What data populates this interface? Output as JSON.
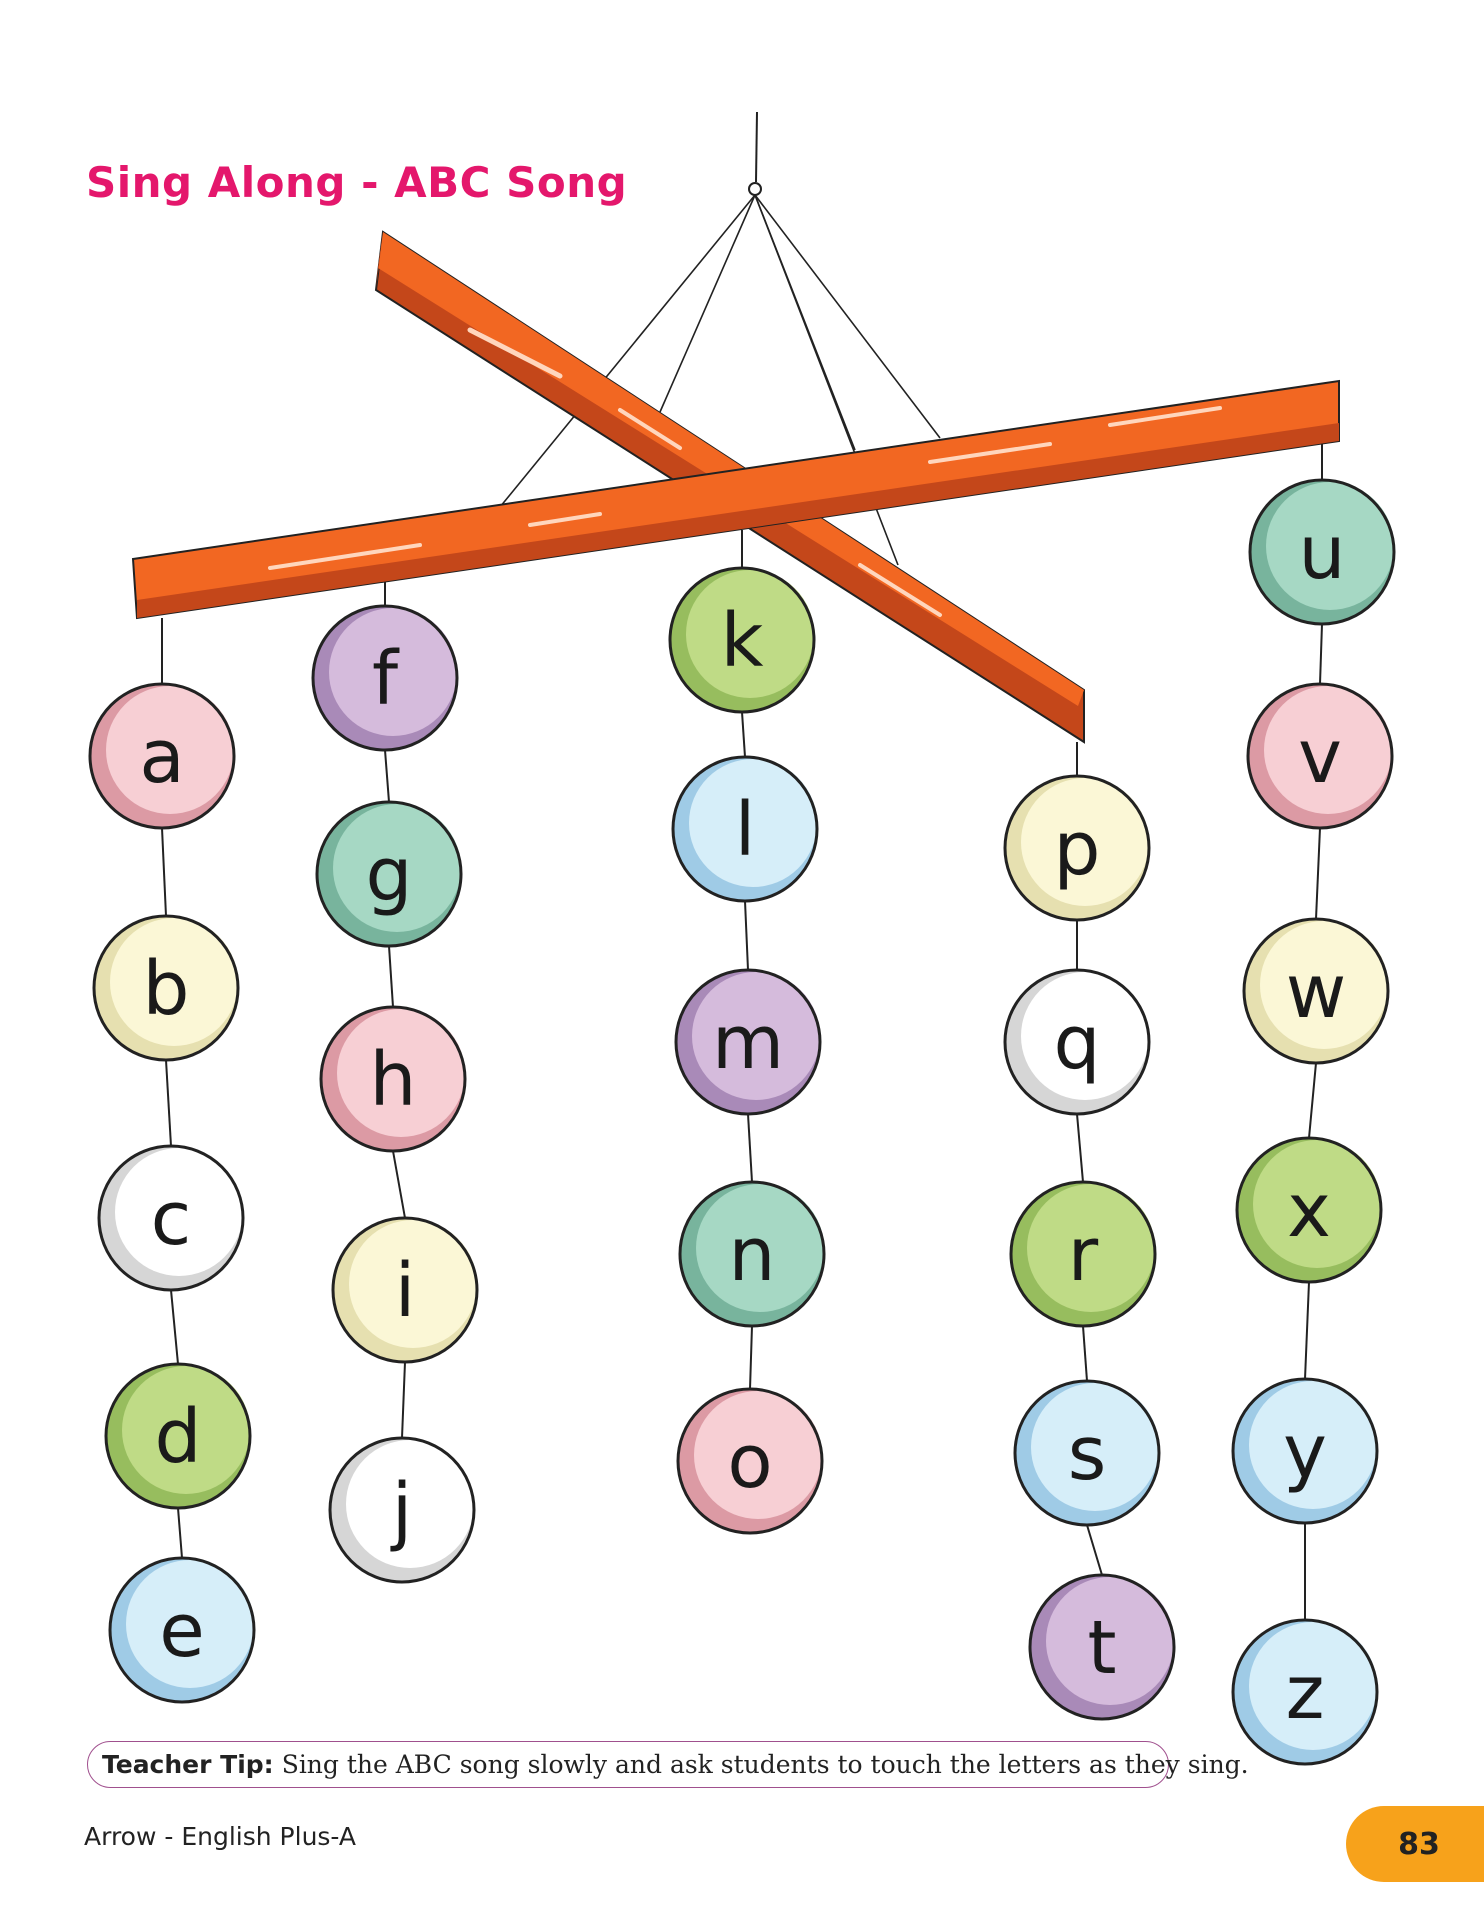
{
  "title": "Sing Along - ABC Song",
  "letters": [
    "a",
    "b",
    "c",
    "d",
    "e",
    "f",
    "g",
    "h",
    "i",
    "j",
    "k",
    "l",
    "m",
    "n",
    "o",
    "p",
    "q",
    "r",
    "s",
    "t",
    "u",
    "v",
    "w",
    "x",
    "y",
    "z"
  ],
  "colors": {
    "title": "#e4176c",
    "bar": "#f26722",
    "pink": "#f7cfd4",
    "cream": "#fbf7d6",
    "white": "#ffffff",
    "green": "#bfdb86",
    "blue": "#d6eef9",
    "purple": "#d5bbdc",
    "mint": "#a6d8c4",
    "page_badge": "#f7a21b"
  },
  "letter_colors": {
    "a": "pink",
    "b": "cream",
    "c": "white",
    "d": "green",
    "e": "blue",
    "f": "purple",
    "g": "mint",
    "h": "pink",
    "i": "cream",
    "j": "white",
    "k": "green",
    "l": "blue",
    "m": "purple",
    "n": "mint",
    "o": "pink",
    "p": "cream",
    "q": "white",
    "r": "green",
    "s": "blue",
    "t": "purple",
    "u": "mint",
    "v": "pink",
    "w": "cream",
    "x": "green",
    "y": "blue",
    "z": "blue"
  },
  "teacher_tip": {
    "label": "Teacher Tip:",
    "text": "Sing the ABC song slowly and ask students to touch the letters as they sing."
  },
  "footer": {
    "book": "Arrow - English Plus-A",
    "page_number": "83"
  }
}
